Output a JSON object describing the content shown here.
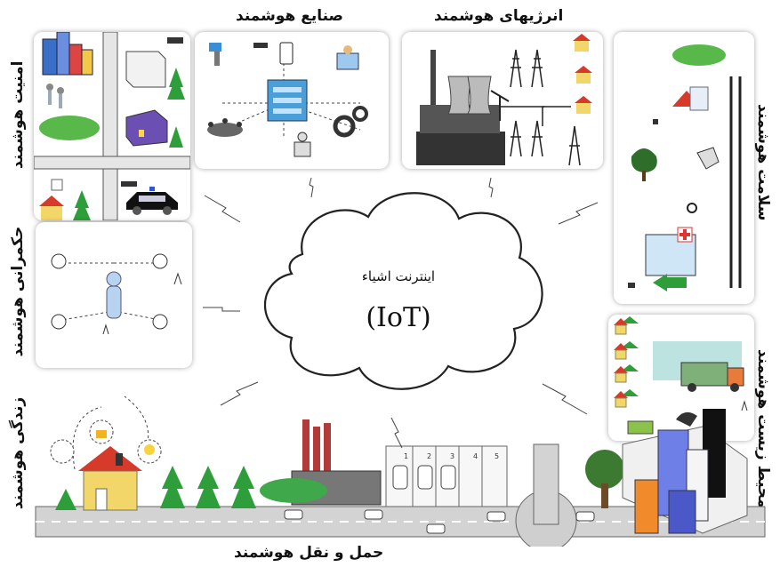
{
  "center": {
    "title": "اینترنت اشیاء",
    "subtitle": "(IoT)"
  },
  "labels": {
    "industry": "صنایع هوشمند",
    "energy": "انرژیهای هوشمند",
    "security": "امنیت هوشمند",
    "governance": "حکمرانی هوشمند",
    "living": "زندگی هوشمند",
    "health": "سلامت هوشمند",
    "environment": "محیط زیست هوشمند",
    "transport": "حمل و نقل هوشمند"
  },
  "parking_numbers": [
    "1",
    "2",
    "3",
    "4",
    "5"
  ],
  "colors": {
    "tree": "#2e9e3a",
    "house_wall": "#f3d66a",
    "house_roof": "#d63a2a",
    "road": "#d3d3d3",
    "building_blue": "#7b8ff0",
    "cloud_stroke": "#222222"
  }
}
